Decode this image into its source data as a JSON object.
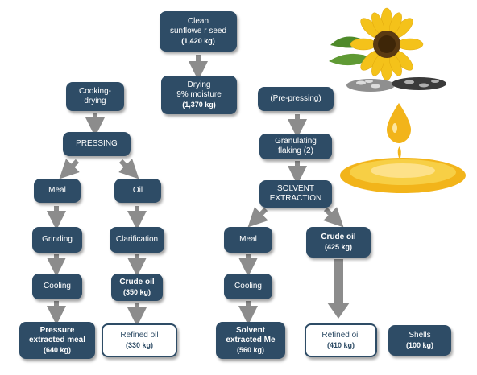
{
  "nodes": {
    "clean_seed": {
      "line1": "Clean",
      "line2": "sunflowe r seed",
      "qty": "(1,420 kg)"
    },
    "drying": {
      "line1": "Drying",
      "line2": "9% moisture",
      "qty": "(1,370 kg)"
    },
    "cooking_drying": {
      "line1": "Cooking-",
      "line2": "drying"
    },
    "pressing": {
      "label": "PRESSING"
    },
    "meal_left": {
      "label": "Meal"
    },
    "oil_left": {
      "label": "Oil"
    },
    "grinding": {
      "label": "Grinding"
    },
    "clarification": {
      "label": "Clarification"
    },
    "cooling_left": {
      "label": "Cooling"
    },
    "crude_oil_left": {
      "label": "Crude oil",
      "qty": "(350 kg)"
    },
    "pressure_meal": {
      "line1": "Pressure",
      "line2": "extracted meal",
      "qty": "(640 kg)"
    },
    "refined_oil_left": {
      "label": "Refined oil",
      "qty": "(330 kg)"
    },
    "pre_pressing": {
      "label": "(Pre-pressing)"
    },
    "granulating": {
      "line1": "Granulating",
      "line2": "flaking (2)"
    },
    "solvent_extraction": {
      "line1": "SOLVENT",
      "line2": "EXTRACTION"
    },
    "meal_right": {
      "label": "Meal"
    },
    "crude_oil_right": {
      "label": "Crude oil",
      "qty": "(425 kg)"
    },
    "cooling_right": {
      "label": "Cooling"
    },
    "solvent_meal": {
      "line1": "Solvent",
      "line2": "extracted Me",
      "qty": "(560 kg)"
    },
    "refined_oil_right": {
      "label": "Refined oil",
      "qty": "(410 kg)"
    },
    "shells": {
      "label": "Shells",
      "qty": "(100 kg)"
    }
  },
  "colors": {
    "node_fill": "#2e4c66",
    "arrow": "#8c8c8c",
    "oil": "#f2b41a"
  },
  "illustration": {
    "icons": [
      "sunflower-icon",
      "seeds-icon",
      "oil-drop-icon",
      "oil-splash-icon"
    ]
  }
}
